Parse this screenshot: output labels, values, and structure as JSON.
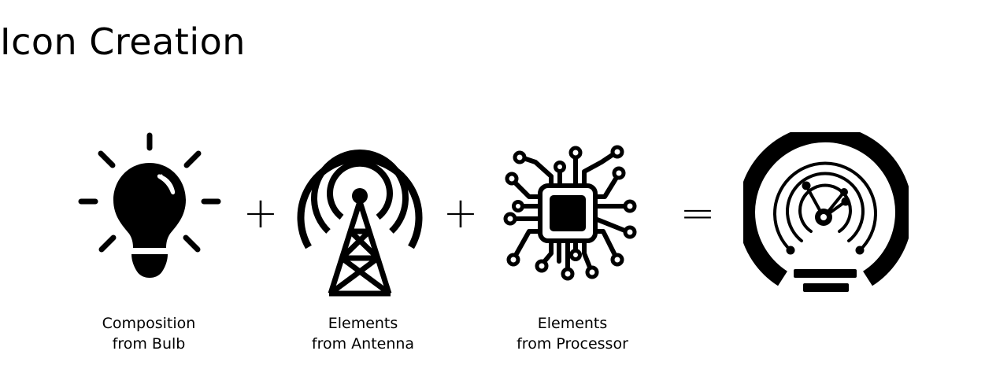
{
  "page": {
    "title": "Icon Creation"
  },
  "equation": {
    "operator_1": "+",
    "operator_2": "+",
    "operator_3": "="
  },
  "captions": {
    "bulb": {
      "line1": "Composition",
      "line2": "from Bulb"
    },
    "antenna": {
      "line1": "Elements",
      "line2": "from Antenna"
    },
    "processor": {
      "line1": "Elements",
      "line2": "from Processor"
    }
  },
  "icons": {
    "bulb": "lightbulb-icon",
    "antenna": "antenna-tower-icon",
    "processor": "processor-chip-icon",
    "result": "combined-result-icon"
  },
  "colors": {
    "foreground": "#000000",
    "background": "#ffffff"
  }
}
